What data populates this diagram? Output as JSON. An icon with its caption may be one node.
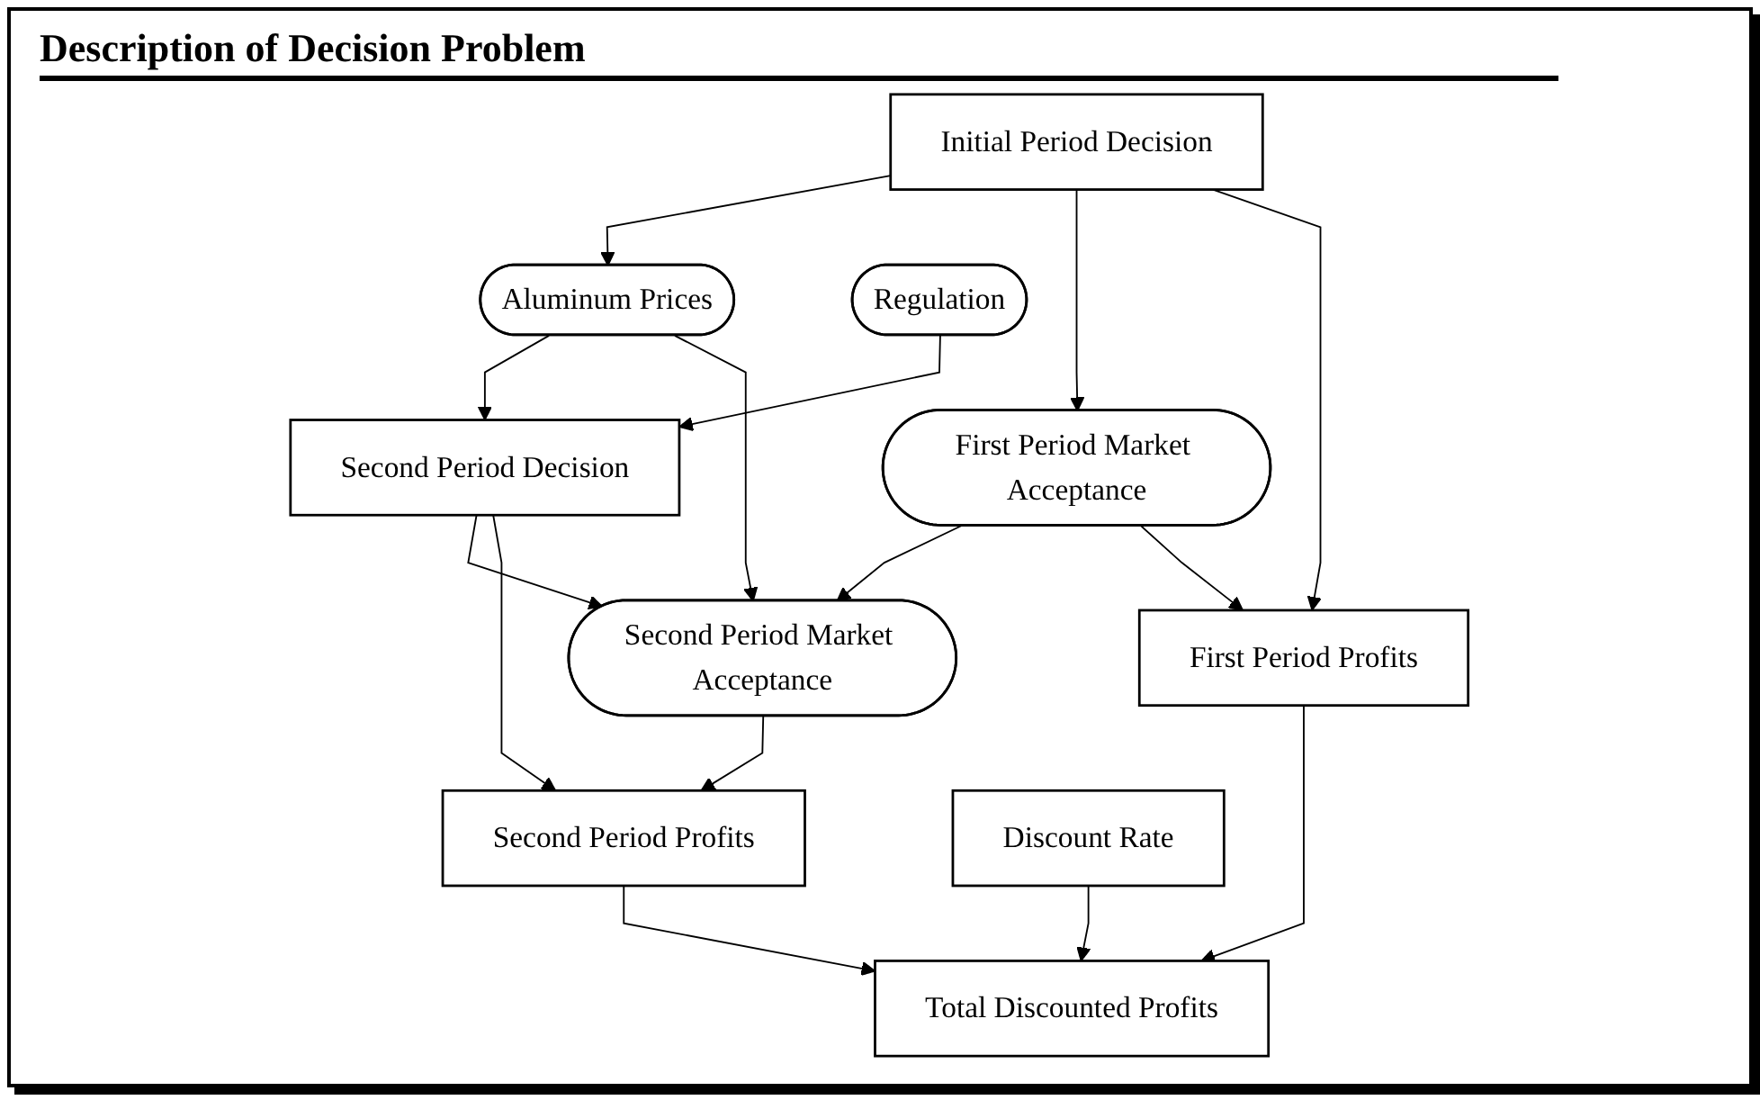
{
  "diagram": {
    "title": "Description of Decision Problem",
    "nodes": [
      {
        "text": [
          "Initial Period Decision"
        ]
      },
      {
        "text": [
          "Aluminum Prices"
        ]
      },
      {
        "text": [
          "Second Period Decision"
        ]
      },
      {
        "text": [
          "Regulation"
        ]
      },
      {
        "text": [
          "First Period Market Acceptance"
        ]
      },
      {
        "text": [
          "Second Period Market Acceptance"
        ]
      },
      {
        "text": [
          "First Period Profits"
        ]
      },
      {
        "text": [
          "Second Period Profits"
        ]
      },
      {
        "text": [
          "Discount Rate"
        ]
      },
      {
        "text": [
          "Total Discounted Profits"
        ]
      }
    ],
    "edges": [
      {
        "from": 0,
        "to": 1,
        "arrow": "to"
      },
      {
        "from": 1,
        "to": 2,
        "arrow": "to"
      },
      {
        "from": 3,
        "to": 2,
        "arrow": "to"
      },
      {
        "from": 0,
        "to": 4,
        "arrow": "to"
      },
      {
        "from": 0,
        "to": 6,
        "arrow": "to"
      },
      {
        "from": 1,
        "to": 5,
        "arrow": "to"
      },
      {
        "from": 2,
        "to": 5,
        "arrow": "to"
      },
      {
        "from": 2,
        "to": 7,
        "arrow": "to"
      },
      {
        "from": 4,
        "to": 5,
        "arrow": "to"
      },
      {
        "from": 4,
        "to": 6,
        "arrow": "to"
      },
      {
        "from": 5,
        "to": 7,
        "arrow": "to"
      },
      {
        "from": 6,
        "to": 9,
        "arrow": "to"
      },
      {
        "from": 8,
        "to": 9,
        "arrow": "to"
      },
      {
        "from": 7,
        "to": 9,
        "arrow": "to"
      }
    ]
  }
}
